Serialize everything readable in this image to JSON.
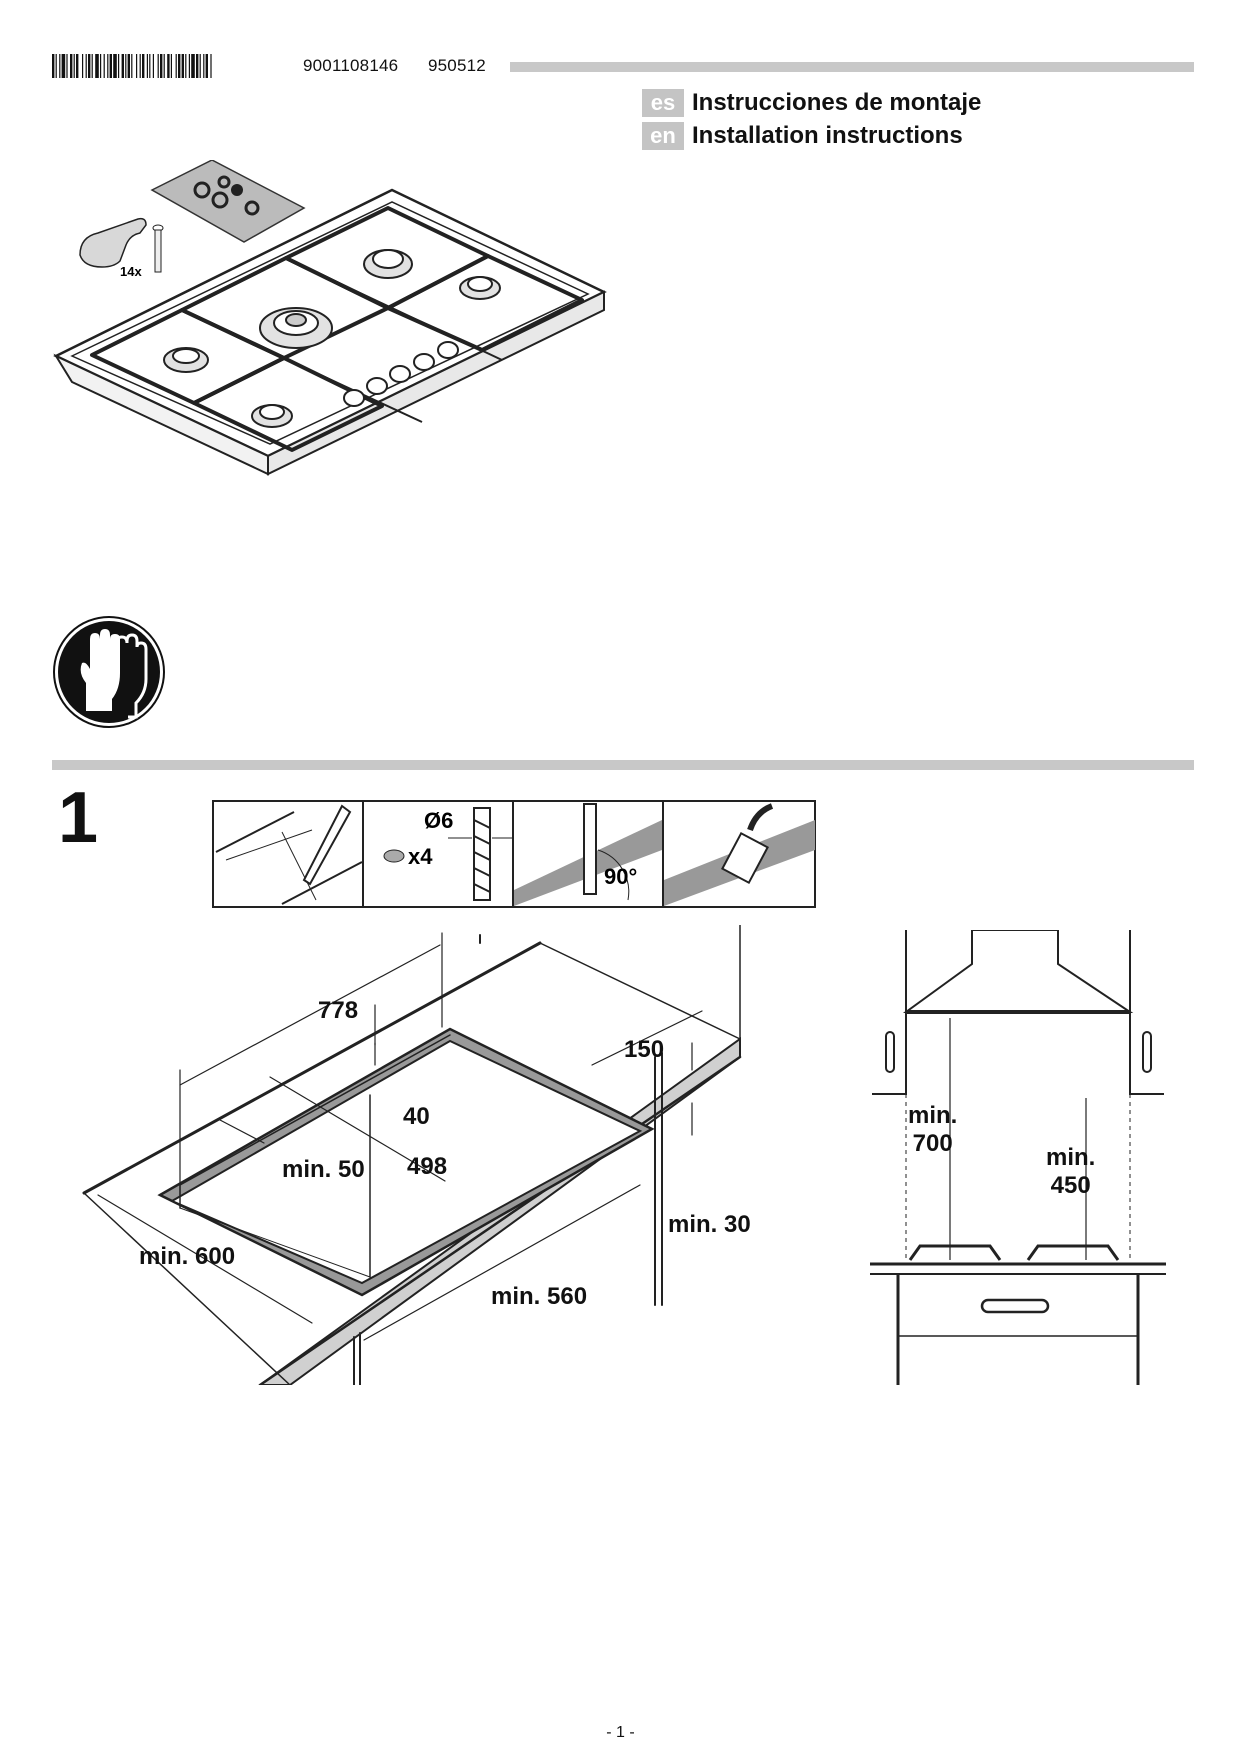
{
  "header": {
    "product_number": "9001108146",
    "code": "950512",
    "languages": [
      {
        "tag": "es",
        "title": "Instrucciones de montaje"
      },
      {
        "tag": "en",
        "title": "Installation instructions"
      }
    ]
  },
  "parts": {
    "clip_quantity": "14x"
  },
  "step": {
    "number": "1",
    "tools": {
      "drill_diameter": "Ø6",
      "hole_count": "x4",
      "angle": "90°"
    }
  },
  "dimensions": {
    "cutout_width": "778",
    "cutout_depth": "498",
    "rear_margin": "150",
    "edge_40": "40",
    "front_margin": "min. 50",
    "worktop_depth": "min. 600",
    "cabinet_width": "min. 560",
    "worktop_thickness": "min. 30",
    "hood_clearance": "min.\n700",
    "side_clearance": "min.\n450"
  },
  "footer": {
    "page": "- 1 -"
  }
}
